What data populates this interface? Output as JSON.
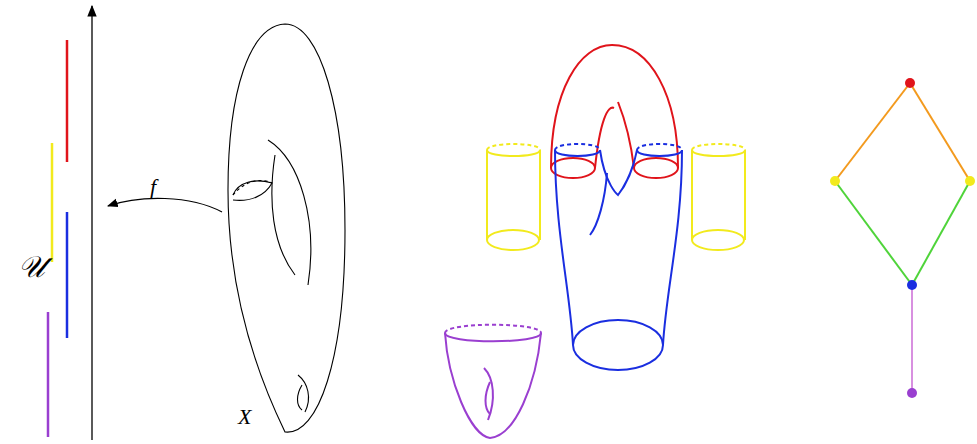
{
  "diagram": {
    "labels": [
      "𝒰",
      "f",
      "X"
    ]
  }
}
